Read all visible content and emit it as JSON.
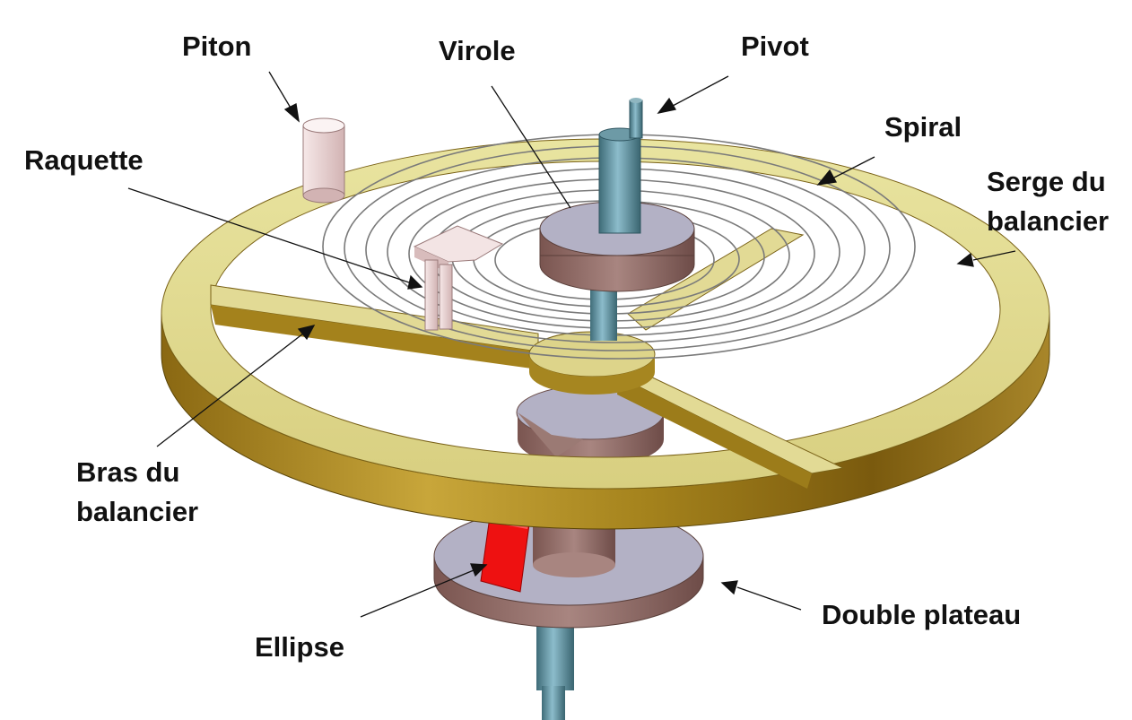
{
  "labels": {
    "piton": "Piton",
    "virole": "Virole",
    "pivot": "Pivot",
    "spiral": "Spiral",
    "raquette": "Raquette",
    "serge": [
      "Serge du",
      "balancier"
    ],
    "bras": [
      "Bras du",
      "balancier"
    ],
    "double_plateau": "Double plateau",
    "ellipse": "Ellipse"
  },
  "colors": {
    "rim": "#b8a23a",
    "rim_light": "#ece7a6",
    "rim_dark": "#7d5e10",
    "disc_top": "#b4b2c6",
    "disc_side": "#8d6a63",
    "axle": "#5d8c96",
    "ellipse_jewel": "#ee1111",
    "stud": "#ead0d0",
    "spring": "#777777"
  }
}
